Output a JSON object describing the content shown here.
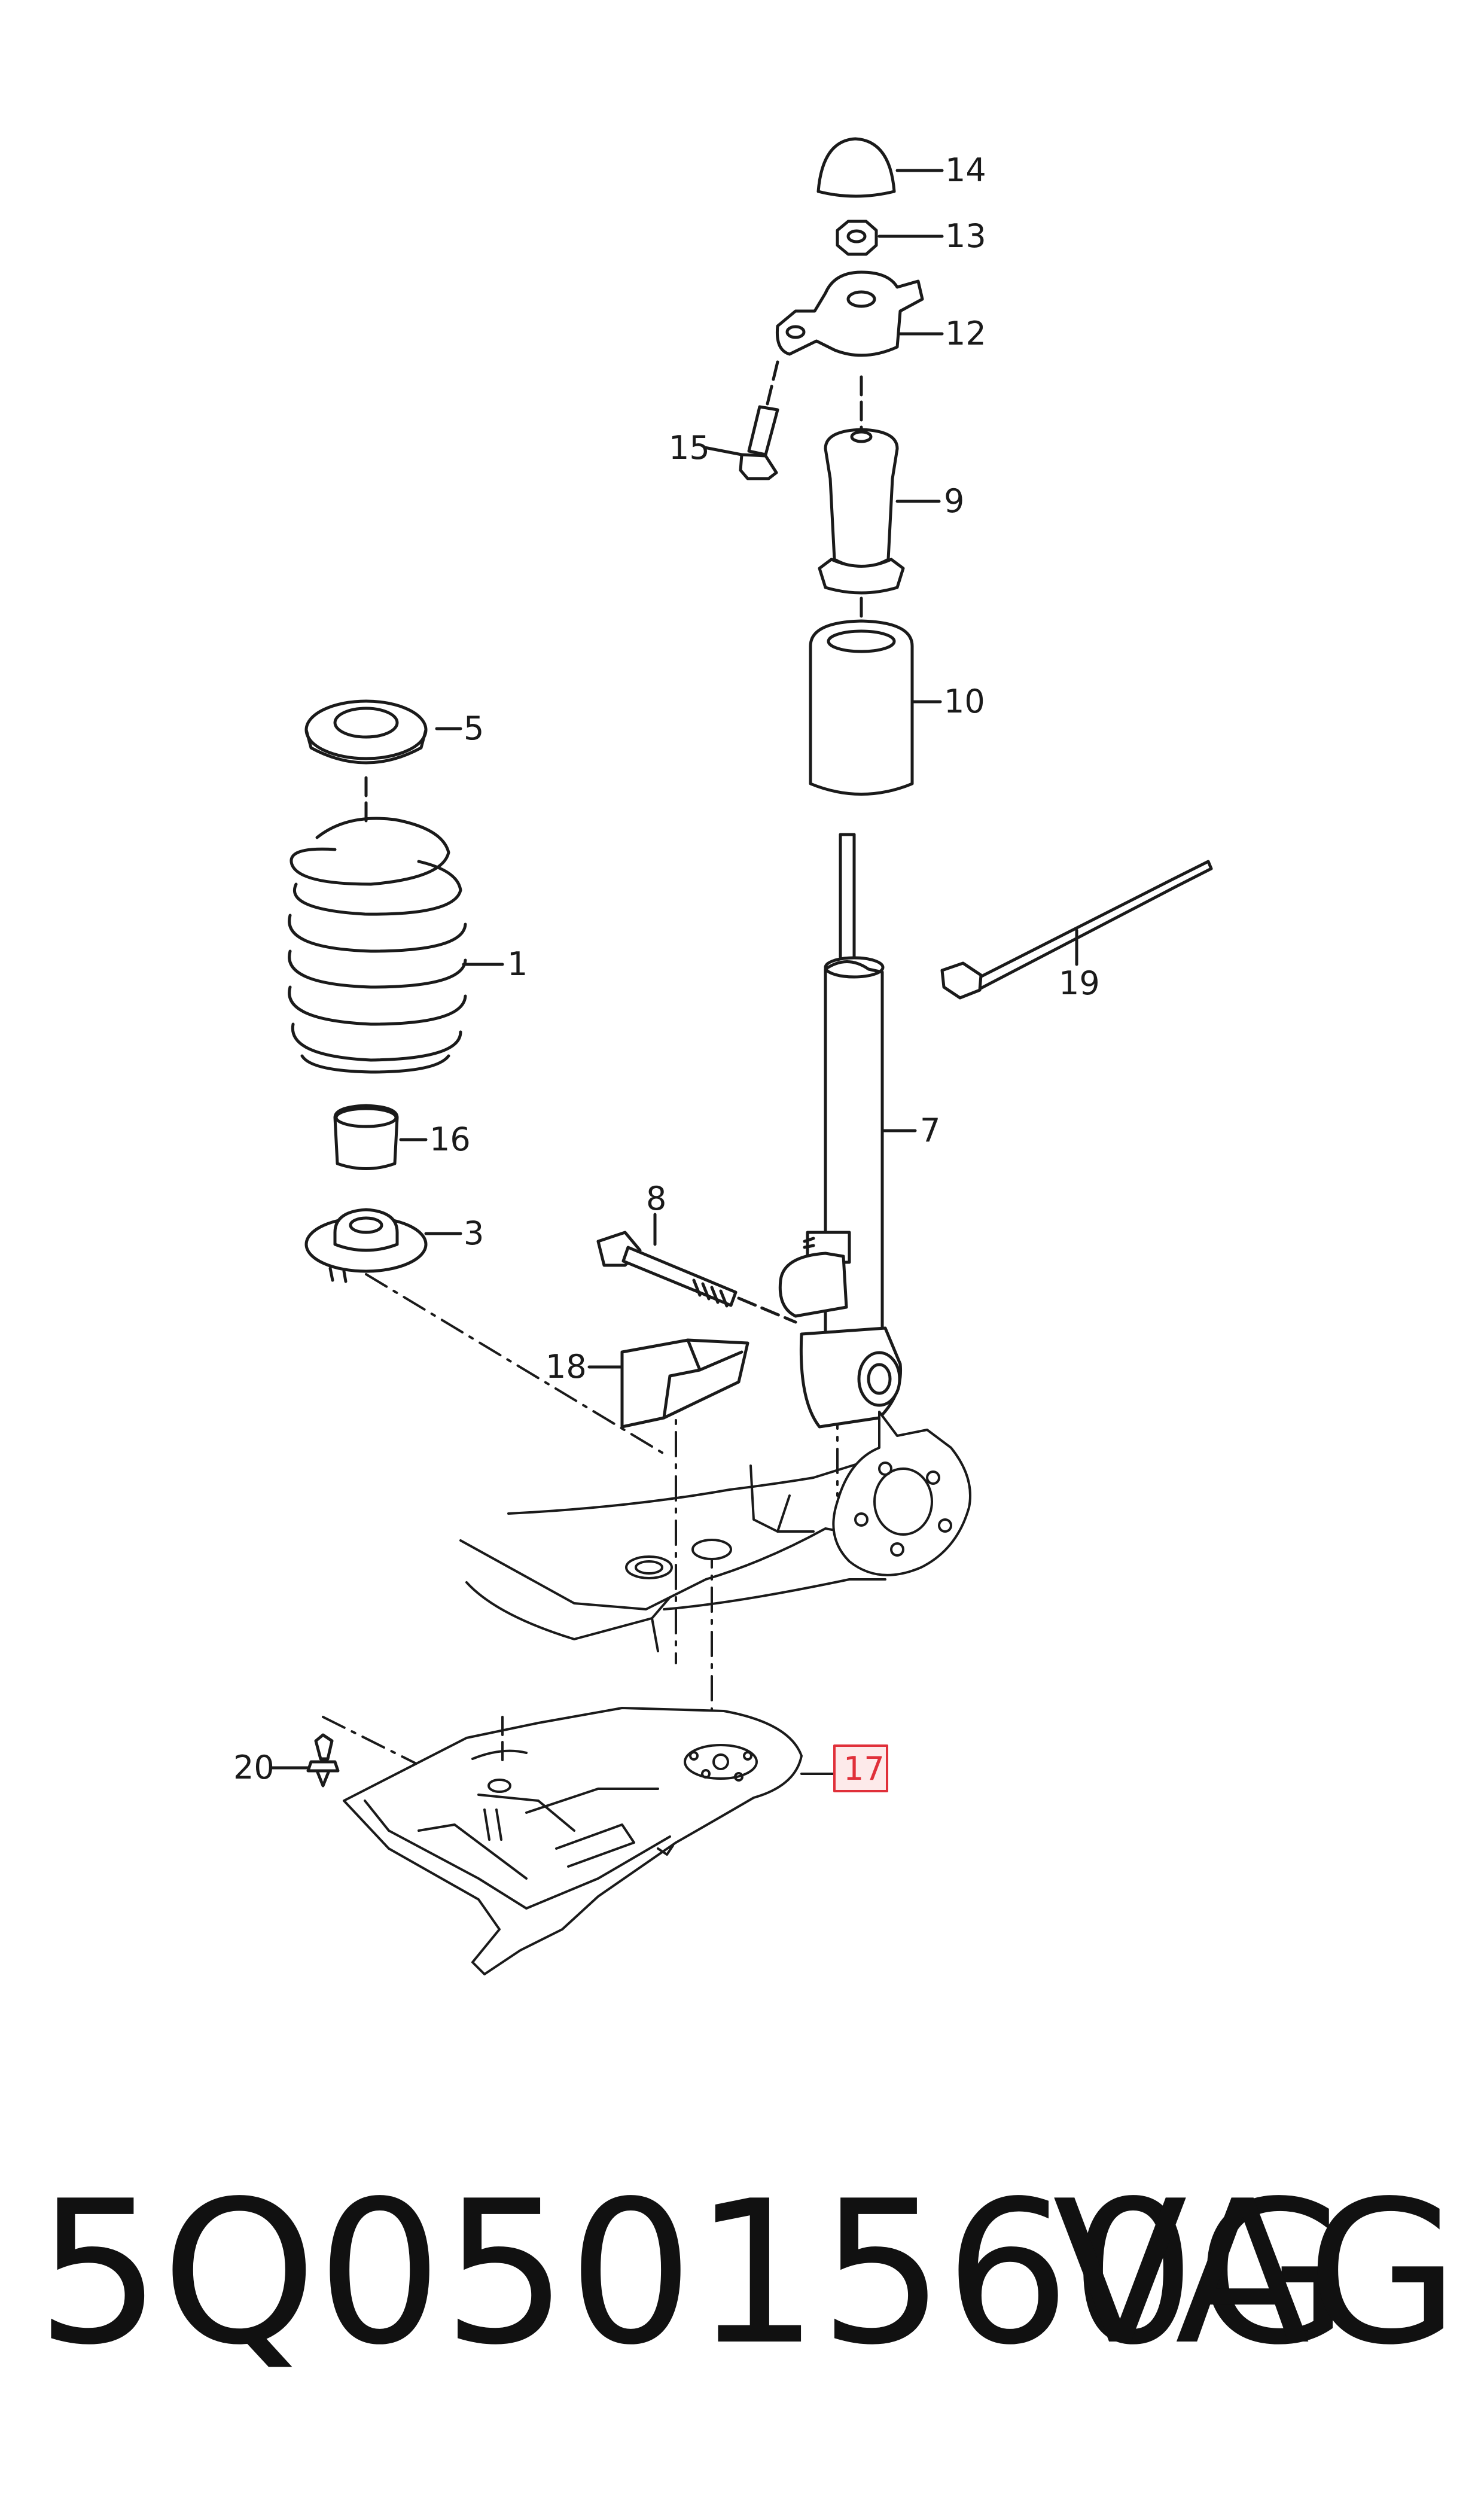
{
  "labels": {
    "p1": "1",
    "p3": "3",
    "p5": "5",
    "p7": "7",
    "p8": "8",
    "p9": "9",
    "p10": "10",
    "p12": "12",
    "p13": "13",
    "p14": "14",
    "p15": "15",
    "p16": "16",
    "p17": "17",
    "p18": "18",
    "p19": "19",
    "p20": "20"
  },
  "highlight": {
    "part": "17",
    "color": "#e0303a"
  },
  "footer": {
    "part_number": "5Q0501560G",
    "brand": "VAG"
  }
}
